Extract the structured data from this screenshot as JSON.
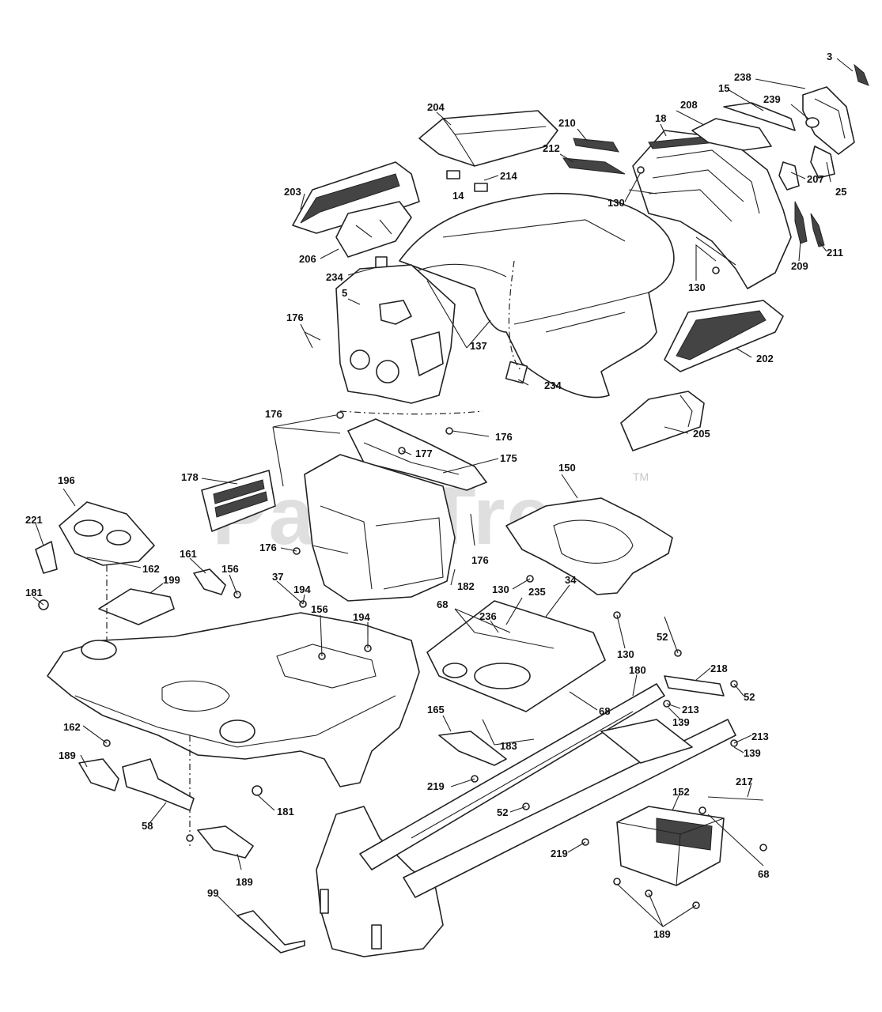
{
  "watermark": {
    "text": "PartsTree",
    "tm": "TM"
  },
  "callouts": {
    "c3": "3",
    "c238": "238",
    "c15": "15",
    "c239": "239",
    "c208": "208",
    "c18": "18",
    "c204": "204",
    "c210": "210",
    "c212": "212",
    "c214": "214",
    "c203": "203",
    "c14": "14",
    "c130a": "130",
    "c25": "25",
    "c207": "207",
    "c211": "211",
    "c209": "209",
    "c130b": "130",
    "c206": "206",
    "c234a": "234",
    "c5": "5",
    "c176a": "176",
    "c137": "137",
    "c202": "202",
    "c234b": "234",
    "c176b": "176",
    "c176c": "176",
    "c205": "205",
    "c177": "177",
    "c175": "175",
    "c150": "150",
    "c178": "178",
    "c196": "196",
    "c221": "221",
    "c176d": "176",
    "c176e": "176",
    "c162a": "162",
    "c161": "161",
    "c156a": "156",
    "c37": "37",
    "c194a": "194",
    "c156b": "156",
    "c182": "182",
    "c130c": "130",
    "c235": "235",
    "c68a": "68",
    "c236": "236",
    "c34": "34",
    "c199": "199",
    "c181a": "181",
    "c194b": "194",
    "c130d": "130",
    "c52a": "52",
    "c218": "218",
    "c52b": "52",
    "c180": "180",
    "c213a": "213",
    "c139a": "139",
    "c68b": "68",
    "c165": "165",
    "c183": "183",
    "c213b": "213",
    "c139b": "139",
    "c162b": "162",
    "c189a": "189",
    "c219a": "219",
    "c181b": "181",
    "c52c": "52",
    "c217": "217",
    "c152": "152",
    "c58": "58",
    "c219b": "219",
    "c68c": "68",
    "c189b": "189",
    "c99": "99",
    "c189c": "189"
  }
}
